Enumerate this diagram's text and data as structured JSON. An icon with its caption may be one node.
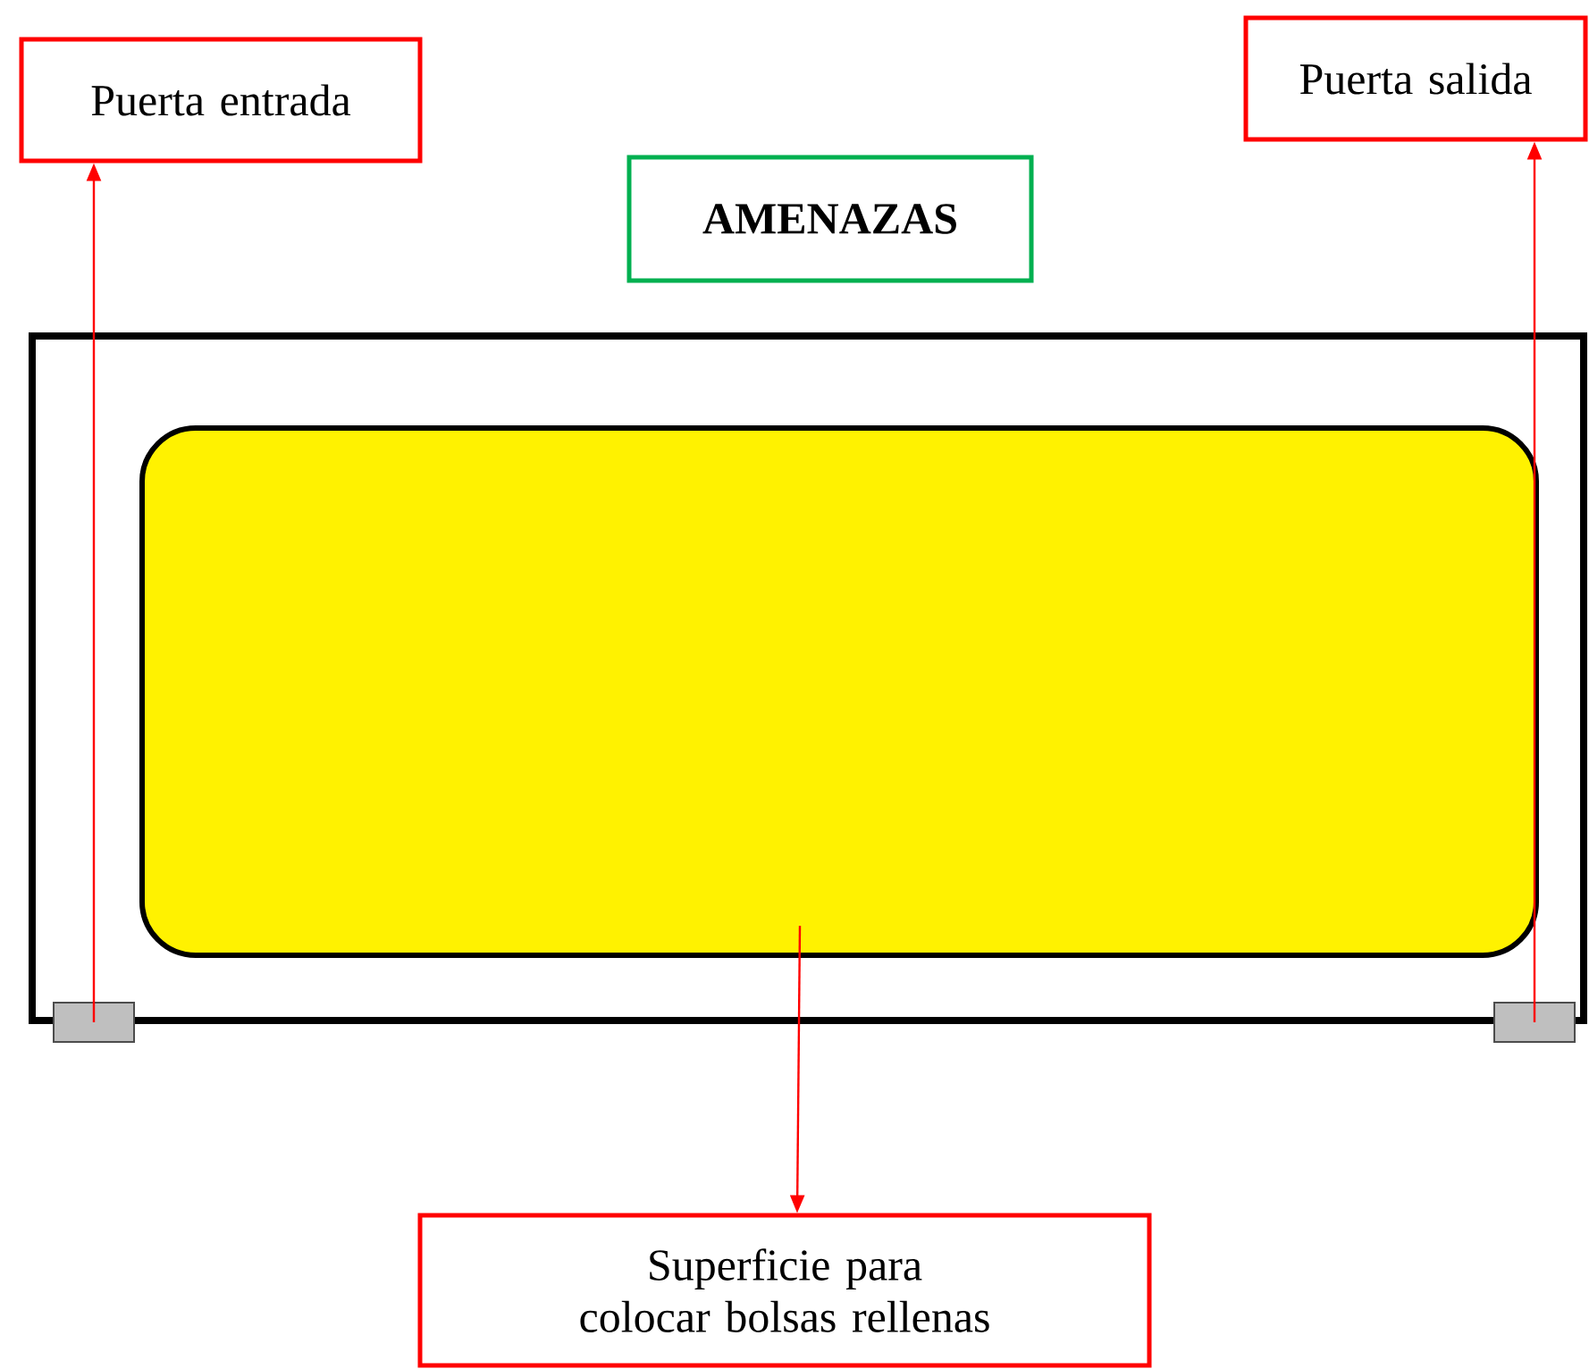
{
  "diagram": {
    "nodes": [
      {
        "text": [
          "Puerta entrada"
        ]
      },
      {
        "text": [
          "Puerta salida"
        ]
      },
      {
        "text": [
          "AMENAZAS"
        ]
      },
      {
        "text": [],
        "shape": "box"
      },
      {
        "text": [],
        "shape": "box",
        "in": 3
      },
      {
        "text": [],
        "shape": "bar"
      },
      {
        "text": [],
        "shape": "bar"
      },
      {
        "text": [
          "Superficie para colocar bolsas rellenas"
        ]
      }
    ],
    "edges": [
      {
        "from": 5,
        "to": 0,
        "arrow": "to"
      },
      {
        "from": 6,
        "to": 1,
        "arrow": "to"
      },
      {
        "from": 4,
        "to": 7,
        "arrow": "to"
      }
    ]
  }
}
